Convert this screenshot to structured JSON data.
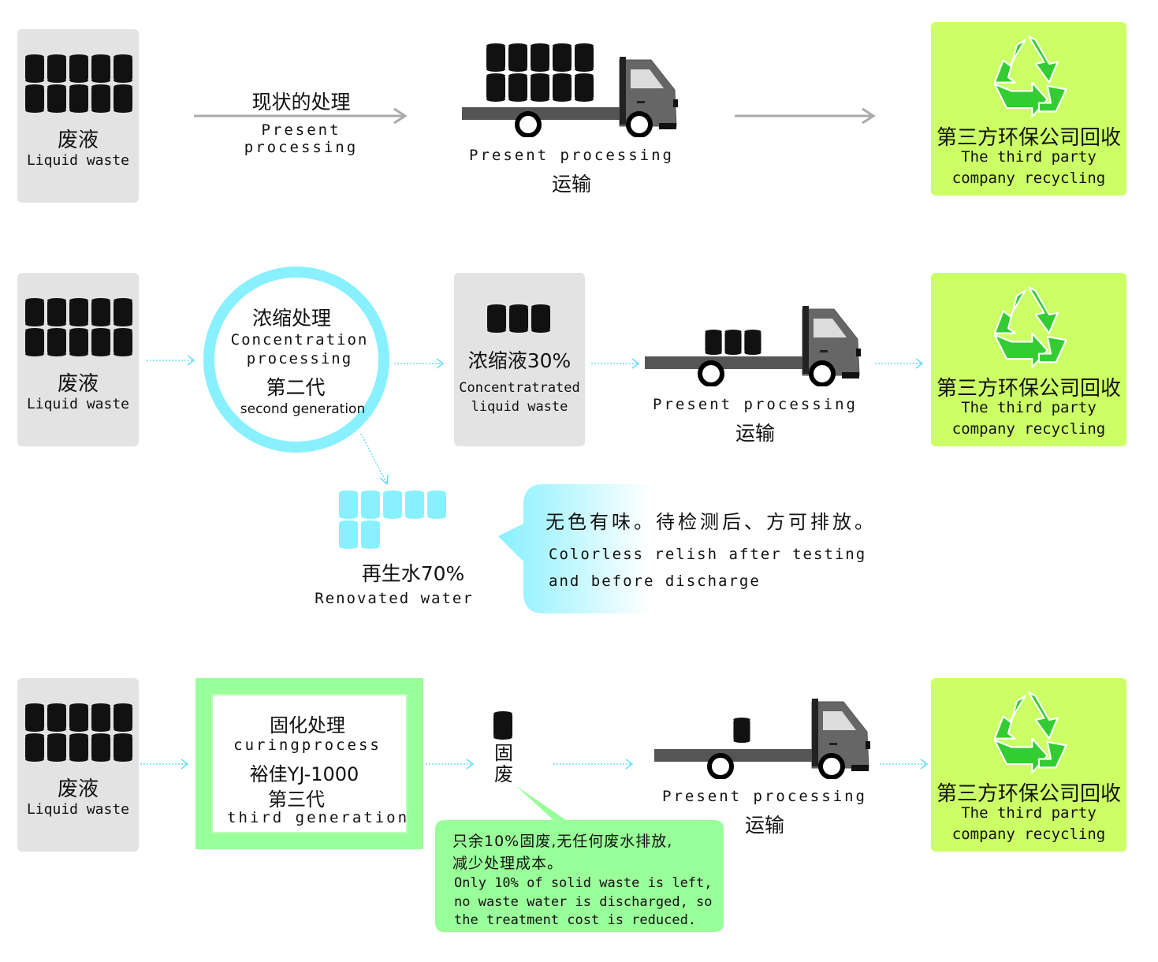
{
  "row1": {
    "source": {
      "cn": "废液",
      "en": "Liquid waste"
    },
    "step": {
      "cn": "现状的处理",
      "en1": "Present",
      "en2": "processing"
    },
    "transport": {
      "en": "Present processing",
      "cn": "运输"
    },
    "dest": {
      "cn": "第三方环保公司回收",
      "en1": "The third party",
      "en2": "company recycling"
    }
  },
  "row2": {
    "source": {
      "cn": "废液",
      "en": "Liquid waste"
    },
    "circle": {
      "cn1": "浓缩处理",
      "en1": "Concentration",
      "en2": "processing",
      "cn2": "第二代",
      "en3": "second generation"
    },
    "concentrate": {
      "cn": "浓缩液30%",
      "en1": "Concentratrated",
      "en2": "liquid waste"
    },
    "transport": {
      "en": "Present processing",
      "cn": "运输"
    },
    "dest": {
      "cn": "第三方环保公司回收",
      "en1": "The third party",
      "en2": "company recycling"
    },
    "water": {
      "cn": "再生水70%",
      "en": "Renovated water"
    },
    "bubble": {
      "cn": "无色有味。待检测后、方可排放。",
      "en1": "Colorless relish after testing",
      "en2": "and before discharge"
    }
  },
  "row3": {
    "source": {
      "cn": "废液",
      "en": "Liquid waste"
    },
    "box": {
      "cn1": "固化处理",
      "en1": "curingprocess",
      "cn2": "裕佳YJ-1000",
      "cn3": "第三代",
      "en2": "third generation"
    },
    "solid": {
      "cn": "固废"
    },
    "transport": {
      "en": "Present processing",
      "cn": "运输"
    },
    "dest": {
      "cn": "第三方环保公司回收",
      "en1": "The third party",
      "en2": "company recycling"
    },
    "note": {
      "cn1": "只余10%固废,无任何废水排放,",
      "cn2": "减少处理成本。",
      "en1": "Only 10% of solid waste is left,",
      "en2": "no waste water is discharged, so",
      "en3": "the treatment cost is reduced."
    }
  },
  "colors": {
    "gray_card": "#e3e3e3",
    "green_card": "#ccff66",
    "cyan": "#88f0ff",
    "green_frame": "#99ff99",
    "recycle_green": "#33cc33",
    "barrel": "#111111"
  }
}
